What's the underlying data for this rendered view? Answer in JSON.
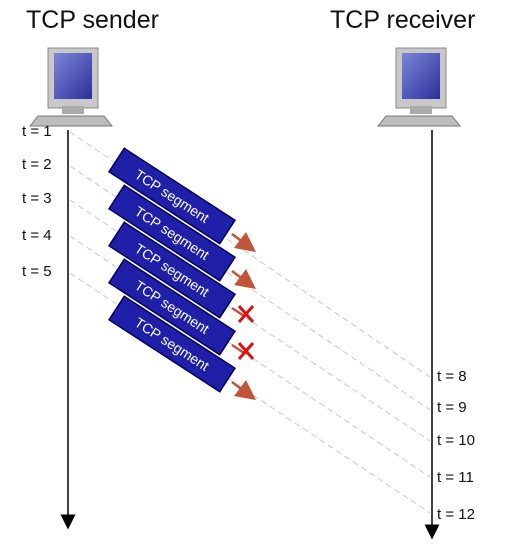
{
  "sender": {
    "title": "TCP sender"
  },
  "receiver": {
    "title": "TCP receiver"
  },
  "sender_times": [
    "t = 1",
    "t = 2",
    "t = 3",
    "t = 4",
    "t = 5"
  ],
  "receiver_times": [
    "t = 8",
    "t = 9",
    "t = 10",
    "t = 11",
    "t = 12"
  ],
  "segments": [
    {
      "label": "TCP segment",
      "status": "delivered"
    },
    {
      "label": "TCP segment",
      "status": "delivered"
    },
    {
      "label": "TCP segment",
      "status": "lost"
    },
    {
      "label": "TCP segment",
      "status": "lost"
    },
    {
      "label": "TCP segment",
      "status": "delivered"
    }
  ],
  "colors": {
    "segment_fill": "#1f1fa8",
    "segment_border": "#000060",
    "segment_text": "#ffffff",
    "arrow": "#c0553a",
    "loss_mark": "#e01010",
    "path_line": "#c8c8c8",
    "timeline": "#000000"
  },
  "icons": {
    "computer": "desktop-computer-icon",
    "loss": "x-mark-icon"
  }
}
